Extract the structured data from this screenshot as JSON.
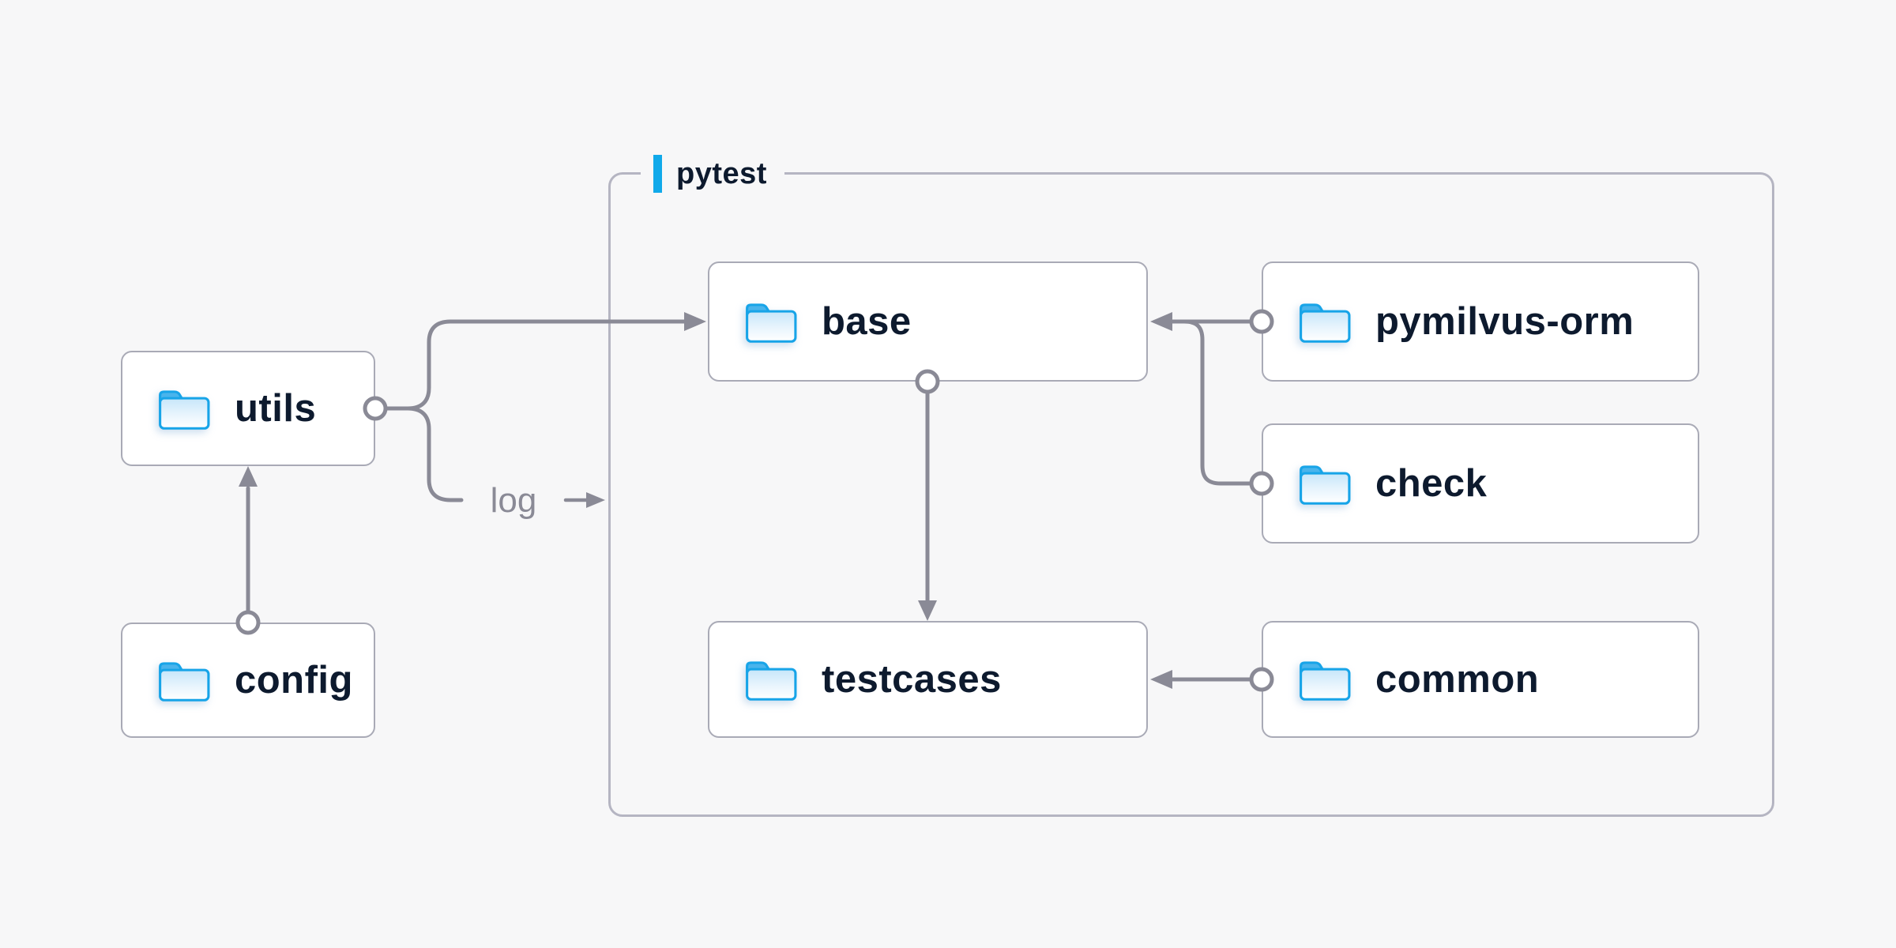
{
  "container": {
    "label": "pytest"
  },
  "nodes": [
    {
      "id": "utils",
      "label": "utils",
      "icon": "folder"
    },
    {
      "id": "config",
      "label": "config",
      "icon": "folder"
    },
    {
      "id": "base",
      "label": "base",
      "icon": "folder"
    },
    {
      "id": "pymilvus-orm",
      "label": "pymilvus-orm",
      "icon": "folder"
    },
    {
      "id": "check",
      "label": "check",
      "icon": "folder"
    },
    {
      "id": "testcases",
      "label": "testcases",
      "icon": "folder"
    },
    {
      "id": "common",
      "label": "common",
      "icon": "folder"
    }
  ],
  "edges": [
    {
      "from": "config",
      "to": "utils"
    },
    {
      "from": "utils",
      "to": "base"
    },
    {
      "from": "utils",
      "to": "log",
      "label": "log"
    },
    {
      "from": "base",
      "to": "testcases"
    },
    {
      "from": "pymilvus-orm",
      "to": "base"
    },
    {
      "from": "check",
      "to": "base"
    },
    {
      "from": "common",
      "to": "testcases"
    }
  ],
  "colors": {
    "background": "#f7f7f8",
    "node_fill": "#ffffff",
    "node_border": "#a9aab6",
    "container_border": "#b5b5c2",
    "wire": "#8a8a96",
    "text_dark": "#0d1a2e",
    "text_muted": "#8a8a96",
    "accent_blue": "#10a9ea",
    "folder_blue": "#17a4e8"
  }
}
